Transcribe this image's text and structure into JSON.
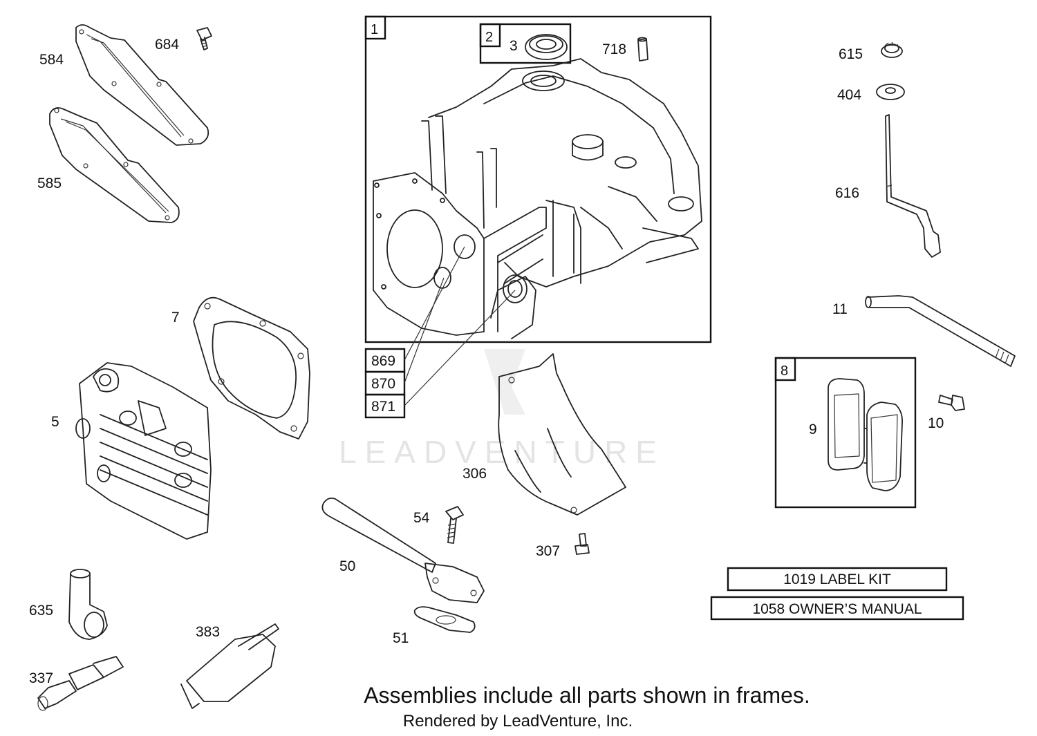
{
  "watermark": "LEADVENTURE",
  "footer": {
    "note": "Assemblies include all parts shown in frames.",
    "credit": "Rendered by LeadVenture, Inc."
  },
  "frames": {
    "f1": "1",
    "f2": "2",
    "f8": "8"
  },
  "callout_boxes": {
    "b869": "869",
    "b870": "870",
    "b871": "871",
    "label_kit": "1019 LABEL KIT",
    "owners_manual": "1058 OWNER’S MANUAL"
  },
  "parts": {
    "p584": "584",
    "p684": "684",
    "p585": "585",
    "p3": "3",
    "p718": "718",
    "p615": "615",
    "p404": "404",
    "p616": "616",
    "p7": "7",
    "p5": "5",
    "p11": "11",
    "p9": "9",
    "p10": "10",
    "p306": "306",
    "p54": "54",
    "p307": "307",
    "p50": "50",
    "p635": "635",
    "p383": "383",
    "p51": "51",
    "p337": "337"
  }
}
